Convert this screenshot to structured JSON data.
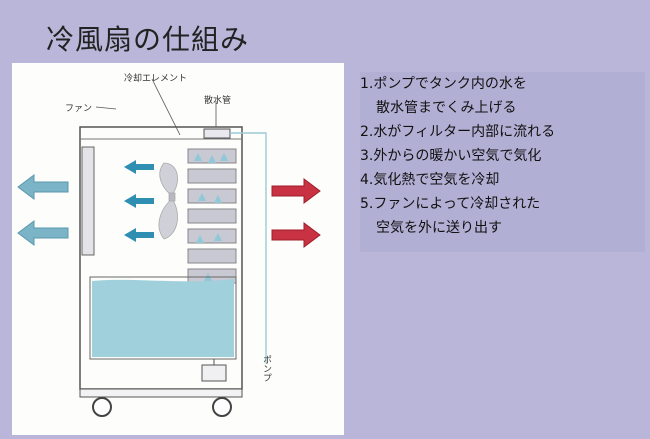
{
  "title": "冷風扇の仕組み",
  "diagram": {
    "label_cooling_element": "冷却エレメント",
    "label_fan": "ファン",
    "label_water_pipe": "散水管",
    "label_pump": "ポンプ",
    "colors": {
      "cold_air": "#6fa9c2",
      "cold_air_dark": "#2f8fb2",
      "warm_air": "#c83242",
      "water": "#9fd0dc",
      "element": "#c9c9d4",
      "card": "#fdfdfb"
    },
    "icons": [
      "fan-blade-icon",
      "water-drop-icon",
      "caster-wheel-icon",
      "arrow-icon"
    ]
  },
  "steps": [
    {
      "lines": [
        "1.ポンプでタンク内の水を",
        "散水管までくみ上げる"
      ]
    },
    {
      "lines": [
        "2.水がフィルター内部に流れる"
      ]
    },
    {
      "lines": [
        "3.外からの暖かい空気で気化"
      ]
    },
    {
      "lines": [
        "4.気化熱で空気を冷却"
      ]
    },
    {
      "lines": [
        "5.ファンによって冷却された",
        "空気を外に送り出す"
      ]
    }
  ]
}
